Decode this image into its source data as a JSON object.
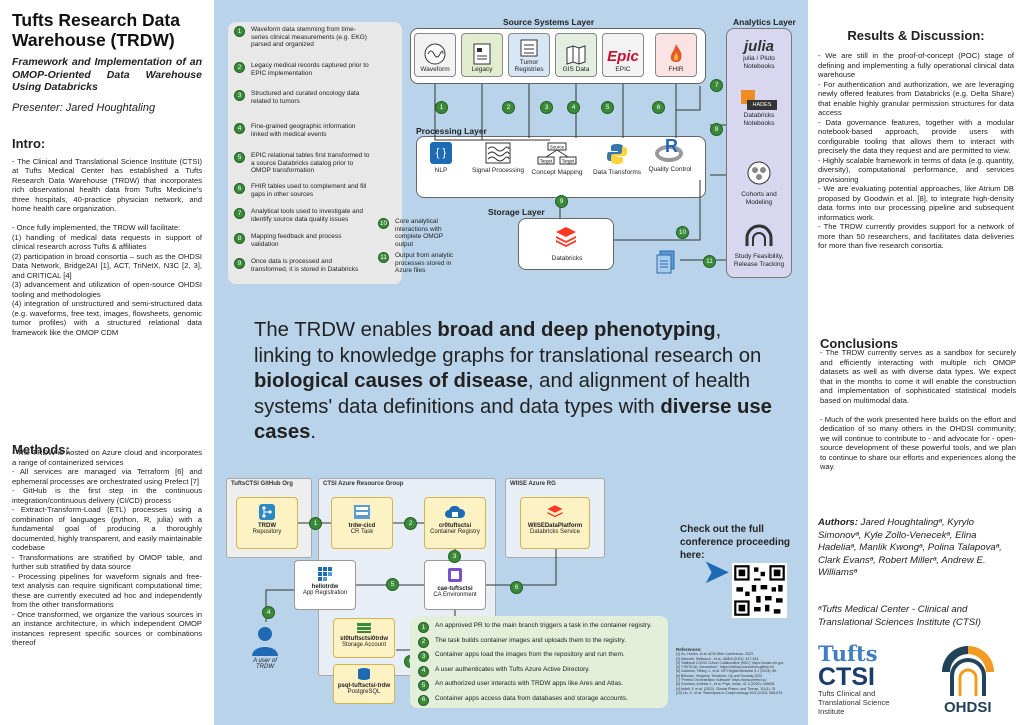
{
  "header": {
    "title": "Tufts Research Data Warehouse (TRDW)",
    "subtitle": "Framework and Implementation of an OMOP-Oriented Data Warehouse Using Databricks",
    "presenter": "Presenter: Jared Houghtaling"
  },
  "intro": {
    "heading": "Intro:",
    "text": "- The Clinical and Translational Science Institute (CTSI) at Tufts Medical Center has established a Tufts Research Data Warehouse (TRDW) that incorporates rich observational health data from Tufts Medicine's three hospitals, 40-practice physician network, and home health care organization.\n\n- Once fully implemented, the TRDW will facilitate:\n   (1) handling of medical data requests in support of clinical research across Tufts & affiliates\n   (2) participation in broad consortia – such as the OHDSI Data Network, Bridge2AI [1], ACT, TriNetX, N3C [2, 3], and CRITICAL [4]\n   (3) advancement and utilization of open-source OHDSI tooling and methodologies\n   (4) integration of unstructured and semi-structured data (e.g. waveforms, free text, images, flowsheets, genomic tumor profiles) with a structured relational data framework like the OMOP CDM"
  },
  "methods": {
    "heading": "Methods:",
    "text": "- The TRDW is hosted on Azure cloud and incorporates a range of containerized services\n- All services are managed via Terraform [6] and ephemeral processes are orchestrated using Prefect [7]\n- GitHub is the first step in the continuous integration/continuous delivery (CI/CD) process\n- Extract-Transform-Load (ETL) processes using a combination of languages (python, R, julia) with a fundamental goal of producing a thoroughly documented, highly transparent, and easily maintainable codebase\n- Transformations are stratified by OMOP table, and further sub stratified by data source\n- Processing pipelines for waveform signals and free-text analysis can require significant computational time; these are currently executed ad hoc and independently from the other transformations\n- Once transformed, we organize the various sources in an instance architecture, in which independent OMOP instances represent specific sources or combinations thereof"
  },
  "steps_top": [
    {
      "n": "1",
      "text": "Waveform data stemming from time-series clinical measurements (e.g. EKG) parsed and organized"
    },
    {
      "n": "2",
      "text": "Legacy medical records captured prior to EPIC implementation"
    },
    {
      "n": "3",
      "text": "Structured and curated oncology data related to tumors"
    },
    {
      "n": "4",
      "text": "Fine-grained geographic information linked with medical events"
    },
    {
      "n": "5",
      "text": "EPIC relational tables first transformed to a source Databricks catalog prior to OMOP transformation"
    },
    {
      "n": "6",
      "text": "FHIR tables used to complement and fill gaps in other sources"
    },
    {
      "n": "7",
      "text": "Analytical tools used to investigate and identify source data quality issues"
    },
    {
      "n": "8",
      "text": "Mapping feedback and process validation"
    },
    {
      "n": "9",
      "text": "Once data is processed and transformed, it is stored in Databricks"
    },
    {
      "n": "10",
      "text": "Core analytical interactions with complete OMOP output"
    },
    {
      "n": "11",
      "text": "Output from analytic processes stored in Azure files"
    }
  ],
  "architecture": {
    "source_layer": "Source Systems Layer",
    "processing_layer": "Processing Layer",
    "storage_layer": "Storage Layer",
    "analytics_layer": "Analytics Layer",
    "sources": [
      "Waveform",
      "Legacy",
      "Tumor Registries",
      "GIS Data",
      "EPIC",
      "FHIR"
    ],
    "processing": [
      "NLP",
      "Signal Processing",
      "Concept Mapping",
      "Data Transforms",
      "Quality Control"
    ],
    "storage": "Databricks",
    "analytics": [
      "julia / Pluto Notebooks",
      "Databricks Notebooks",
      "Cohorts and Modeling",
      "Study Feasibility, Release Tracking"
    ],
    "icon_text": {
      "epic": "Epic",
      "julia": "julia",
      "hades": "HADES",
      "source": "Source",
      "target": "Target",
      "r": "R"
    }
  },
  "headline": {
    "p1": "The TRDW enables ",
    "b1": "broad and deep phenotyping",
    "p2": ", linking to knowledge graphs for translational research on ",
    "b2": "biological causes of disease",
    "p3": ", and alignment of health systems' data definitions and data types with ",
    "b3": "diverse use cases",
    "p4": "."
  },
  "cicd": {
    "github_org": "TuftsCTSI GitHub Org",
    "azure_rg": "CTSI Azure Resource Group",
    "wiise_rg": "WIISE Azure RG",
    "trdw_repo": "TRDW",
    "trdw_repo_sub": "Repository",
    "cr_task": "trdw-cicd",
    "cr_task_sub": "CR Task",
    "registry": "cr0tuftsctsi",
    "registry_sub": "Container Registry",
    "wiise": "WIISEDataPlatform",
    "wiise_sub": "Databricks Service",
    "app": "hellotrdw",
    "app_sub": "App Registration",
    "ca_env": "cae-tuftsctsi",
    "ca_env_sub": "CA Environment",
    "storage": "st0tuftsctsi0trdw",
    "storage_sub": "Storage Account",
    "postgres": "psql-tuftsctsi-trdw",
    "postgres_sub": "PostgreSQL",
    "user": "A user of TRDW"
  },
  "steps_bottom": [
    {
      "n": "1",
      "text": "An approved PR to the main branch triggers a task in the container registry."
    },
    {
      "n": "2",
      "text": "The task builds container images and uploads them to the registry."
    },
    {
      "n": "3",
      "text": "Container apps load the images from the repository and run them."
    },
    {
      "n": "4",
      "text": "A user authenticates with Tufts Azure Active Directory."
    },
    {
      "n": "5",
      "text": "An authorized user interacts with TRDW apps like Ares and Atlas."
    },
    {
      "n": "6",
      "text": "Container apps access data from databases and storage accounts."
    }
  ],
  "conference": "Check out the full conference proceeding here:",
  "references": {
    "heading": "References:",
    "items": [
      "[1] Xu, Hurren, et al. ACM Web Conference. 2023.",
      "[2] Haendel, Melissa A., et al. JAMIA (2021): 427-443.",
      "[3] \"National COVID Cohort Collaborative (N3C)\" https://ncats.nih.gov",
      "[4] \"CRITICAL Consortium\", https://critical-consortium.github.io/",
      "[5] Callahan, Tiffany J., et al. NPJ Digital Medicine 6.1 (2023): 89.",
      "[6] Brikman, Yevgeniy. Terraform: Up and Running 2022.",
      "[7] \"Prefect Orchestration Software\" https://www.prefect.io/",
      "[8] Goodwin, Andrew J., et al. Phys. meas. 41.3 (2020): 035008.",
      "[9] Ardell, F, et al. (2022). Clinical Pharm. and Therap. 111(1), 21",
      "[10] Lin, V., et al. Techniques in Coloproctology 26.8 (2022): 665-675."
    ]
  },
  "results": {
    "heading": "Results & Discussion:",
    "text": "- We are still in the proof-of-concept (POC) stage of defining and implementing a fully operational clinical data warehouse\n- For authentication and authorization, we are leveraging newly offered features from Databricks (e.g. Delta Share) that enable highly granular permission structures for data access\n- Data governance features, together with a modular notebook-based approach, provide users with configurable tooling that allows them to interact with precisely the data they request and are permitted to view.\n- Highly scalable framework in terms of data (e.g. quantity, diversity), computational performance, and services provisioning\n- We are evaluating potential approaches, like Atrium DB proposed by Goodwin et al. [8], to integrate high-density data forms into our processing pipeline and subsequent informatics work.\n- The TRDW currently provides support for a network of more than 50 researchers, and facilitates data deliveries for more than five research consortia."
  },
  "conclusions": {
    "heading": "Conclusions",
    "text": "- The TRDW currently serves as a sandbox for securely and efficiently interacting with multiple rich OMOP datasets as well as with diverse data types. We expect that in the months to come it will enable the construction and implementation of sophisticated statistical models based on multimodal data.\n\n- Much of the work presented here builds on the effort and dedication of so many others in the OHDSI community; we will continue to contribute to - and advocate for - open-source development of these powerful tools, and we plan to continue to share our efforts and experiences along the way."
  },
  "authors": {
    "label": "Authors:",
    "names": "Jared Houghtalingᵃ, Kyrylo Simonovᵃ, Kyle Zollo-Venecekᵃ, Elina Hadeliaᵃ, Manlik Kwongᵃ, Polina Talapovaᵃ, Clark Evansᵃ, Robert Millerᵃ, Andrew E. Williamsᵃ",
    "affiliation": "ᵃTufts Medical Center - Clinical and Translational Sciences Institute (CTSI)"
  },
  "logos": {
    "tufts": "Tufts",
    "ctsi": "CTSI",
    "ctsi_sub": "Tufts Clinical and Translational Science Institute",
    "ohdsi": "OHDSI"
  },
  "colors": {
    "green": "#3a8a3a",
    "panel_blue": "#b9d4ea",
    "gray_box": "#e8e8e8",
    "epic_red": "#c8102e"
  }
}
